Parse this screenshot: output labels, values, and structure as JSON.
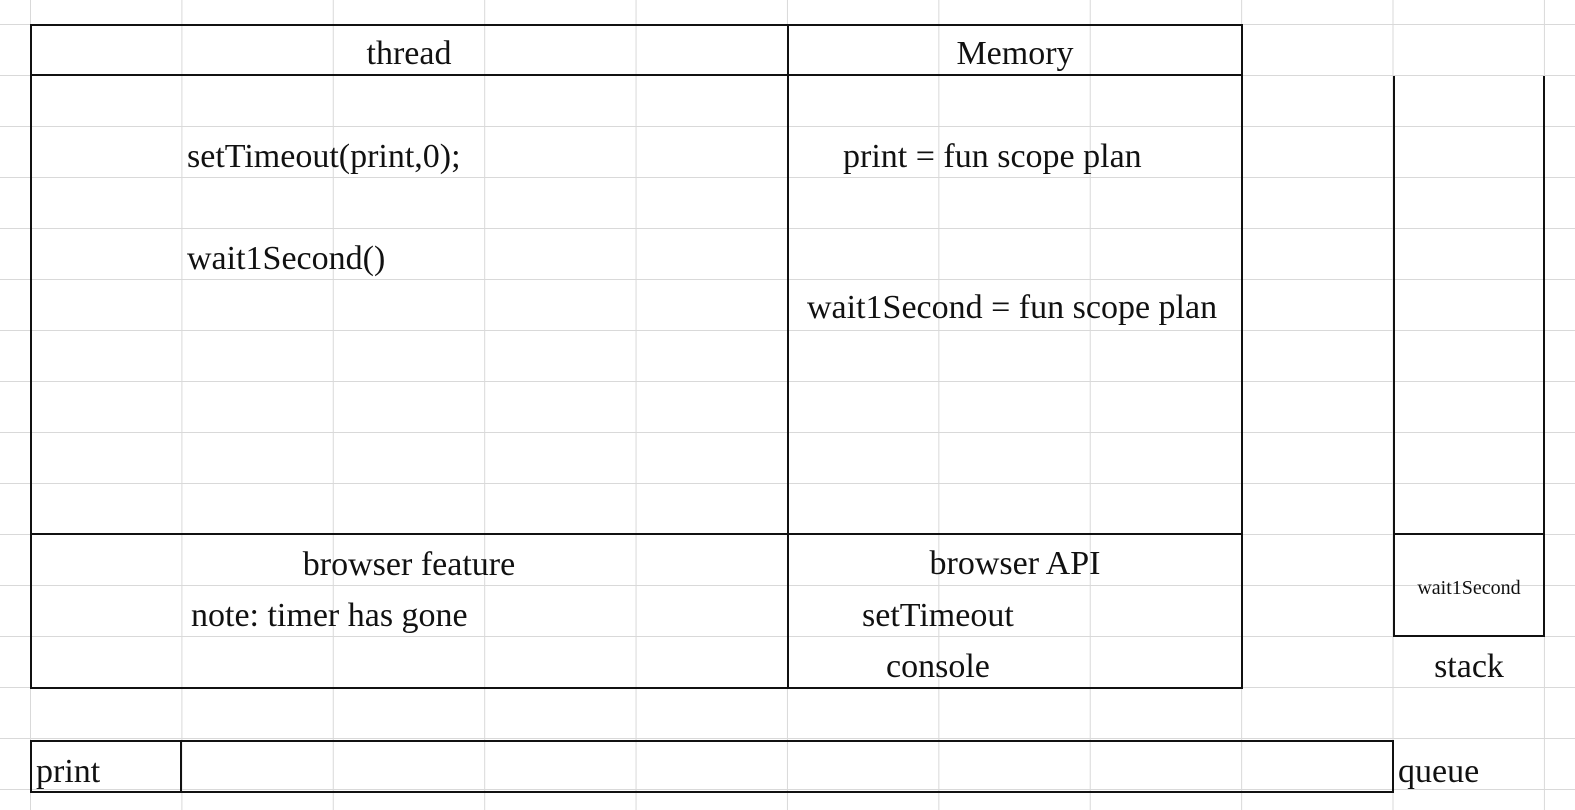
{
  "thread": {
    "header": "thread",
    "lines": [
      "setTimeout(print,0);",
      "wait1Second()"
    ]
  },
  "memory": {
    "header": "Memory",
    "entries": [
      "print = fun scope plan",
      "wait1Second = fun scope plan"
    ]
  },
  "browser_feature": {
    "header": "browser feature",
    "note": "note: timer has gone"
  },
  "browser_api": {
    "header": "browser API",
    "items": [
      "setTimeout",
      "console"
    ]
  },
  "stack": {
    "label": "stack",
    "items": [
      "wait1Second"
    ]
  },
  "queue": {
    "label": "queue",
    "items": [
      "print"
    ]
  },
  "colors": {
    "border": "#111111",
    "grid": "#d9d9d9",
    "background": "#ffffff"
  }
}
